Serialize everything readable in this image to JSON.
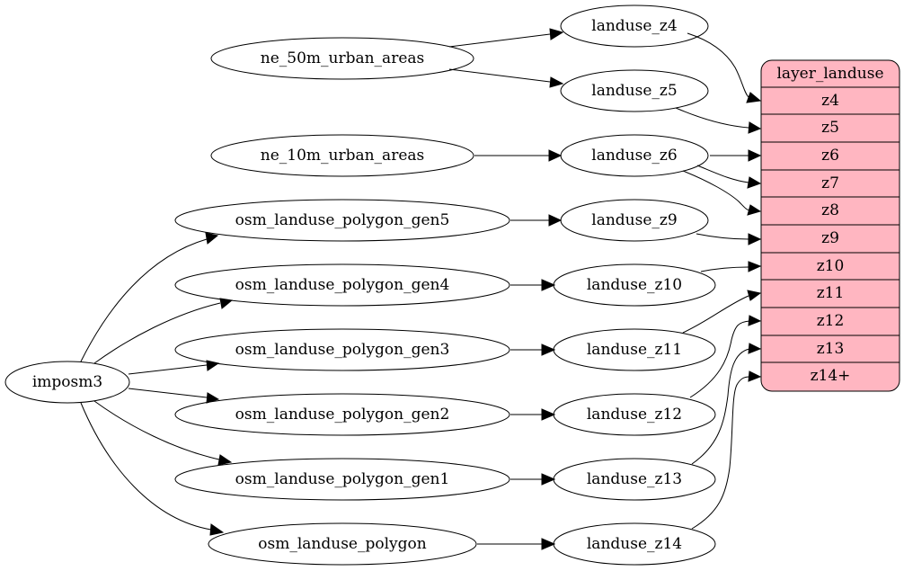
{
  "diagram": {
    "nodes": {
      "imposm3": "imposm3",
      "ne_50m_urban_areas": "ne_50m_urban_areas",
      "ne_10m_urban_areas": "ne_10m_urban_areas",
      "osm_landuse_polygon_gen5": "osm_landuse_polygon_gen5",
      "osm_landuse_polygon_gen4": "osm_landuse_polygon_gen4",
      "osm_landuse_polygon_gen3": "osm_landuse_polygon_gen3",
      "osm_landuse_polygon_gen2": "osm_landuse_polygon_gen2",
      "osm_landuse_polygon_gen1": "osm_landuse_polygon_gen1",
      "osm_landuse_polygon": "osm_landuse_polygon",
      "landuse_z4": "landuse_z4",
      "landuse_z5": "landuse_z5",
      "landuse_z6": "landuse_z6",
      "landuse_z9": "landuse_z9",
      "landuse_z10": "landuse_z10",
      "landuse_z11": "landuse_z11",
      "landuse_z12": "landuse_z12",
      "landuse_z13": "landuse_z13",
      "landuse_z14": "landuse_z14"
    },
    "layer": {
      "title": "layer_landuse",
      "fields": [
        "z4",
        "z5",
        "z6",
        "z7",
        "z8",
        "z9",
        "z10",
        "z11",
        "z12",
        "z13",
        "z14+"
      ]
    },
    "record_fill": "#ffb6c1",
    "edges": [
      {
        "from": "imposm3",
        "to": "osm_landuse_polygon_gen5"
      },
      {
        "from": "imposm3",
        "to": "osm_landuse_polygon_gen4"
      },
      {
        "from": "imposm3",
        "to": "osm_landuse_polygon_gen3"
      },
      {
        "from": "imposm3",
        "to": "osm_landuse_polygon_gen2"
      },
      {
        "from": "imposm3",
        "to": "osm_landuse_polygon_gen1"
      },
      {
        "from": "imposm3",
        "to": "osm_landuse_polygon"
      },
      {
        "from": "ne_50m_urban_areas",
        "to": "landuse_z4"
      },
      {
        "from": "ne_50m_urban_areas",
        "to": "landuse_z5"
      },
      {
        "from": "ne_10m_urban_areas",
        "to": "landuse_z6"
      },
      {
        "from": "osm_landuse_polygon_gen5",
        "to": "landuse_z9"
      },
      {
        "from": "osm_landuse_polygon_gen4",
        "to": "landuse_z10"
      },
      {
        "from": "osm_landuse_polygon_gen3",
        "to": "landuse_z11"
      },
      {
        "from": "osm_landuse_polygon_gen2",
        "to": "landuse_z12"
      },
      {
        "from": "osm_landuse_polygon_gen1",
        "to": "landuse_z13"
      },
      {
        "from": "osm_landuse_polygon",
        "to": "landuse_z14"
      },
      {
        "from": "landuse_z4",
        "to": "layer_landuse.z4"
      },
      {
        "from": "landuse_z5",
        "to": "layer_landuse.z5"
      },
      {
        "from": "landuse_z6",
        "to": "layer_landuse.z6"
      },
      {
        "from": "landuse_z6",
        "to": "layer_landuse.z7"
      },
      {
        "from": "landuse_z6",
        "to": "layer_landuse.z8"
      },
      {
        "from": "landuse_z9",
        "to": "layer_landuse.z9"
      },
      {
        "from": "landuse_z10",
        "to": "layer_landuse.z10"
      },
      {
        "from": "landuse_z11",
        "to": "layer_landuse.z11"
      },
      {
        "from": "landuse_z12",
        "to": "layer_landuse.z12"
      },
      {
        "from": "landuse_z13",
        "to": "layer_landuse.z13"
      },
      {
        "from": "landuse_z14",
        "to": "layer_landuse.z14+"
      }
    ]
  }
}
